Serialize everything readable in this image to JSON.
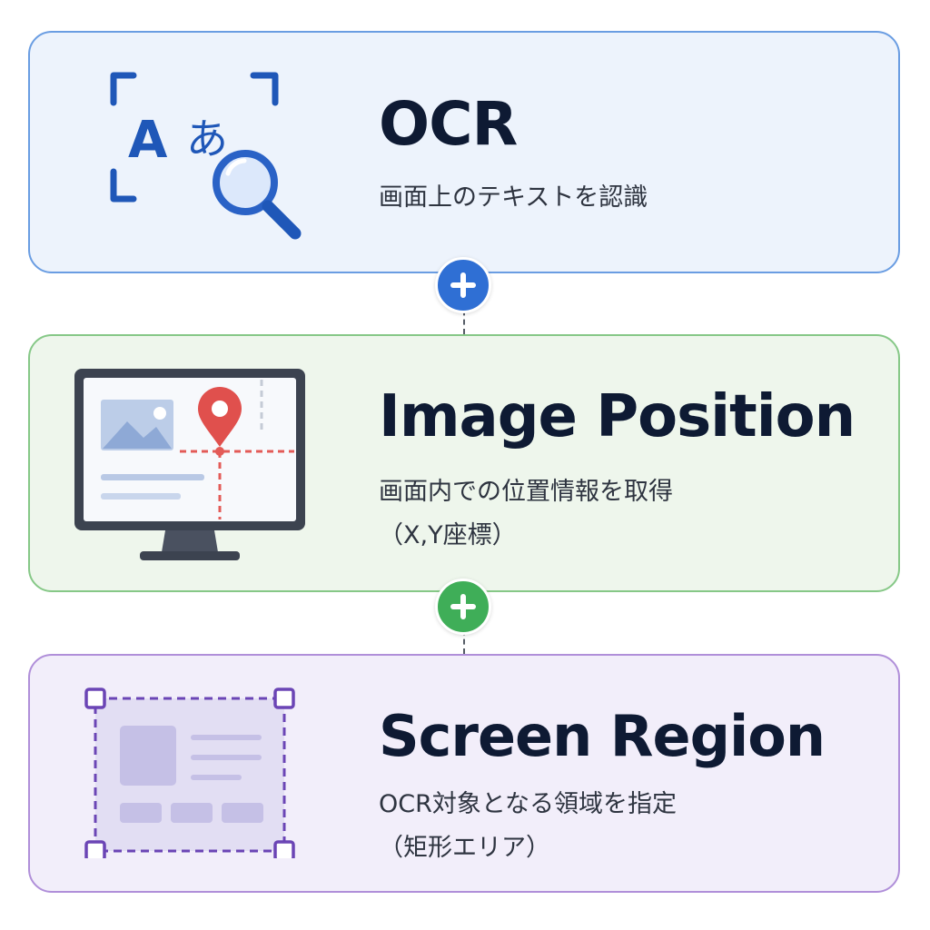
{
  "cards": [
    {
      "title": "OCR",
      "description_lines": [
        "画面上のテキストを認識"
      ],
      "icon": "ocr-text-recognition-icon",
      "border_color": "#6a9de2",
      "background": "#edf3fc",
      "icon_text": {
        "latin": "A",
        "kana": "あ"
      }
    },
    {
      "title": "Image Position",
      "description_lines": [
        "画面内での位置情報を取得",
        "（X,Y座標）"
      ],
      "icon": "monitor-location-pin-icon",
      "border_color": "#86c887",
      "background": "#eef6ec"
    },
    {
      "title": "Screen Region",
      "description_lines": [
        "OCR対象となる領域を指定",
        "（矩形エリア）"
      ],
      "icon": "selection-region-icon",
      "border_color": "#b08fd9",
      "background": "#f2eefa"
    }
  ],
  "connectors": [
    {
      "icon": "plus-icon",
      "color": "#2f6fd4"
    },
    {
      "icon": "plus-icon",
      "color": "#3fae58"
    }
  ]
}
